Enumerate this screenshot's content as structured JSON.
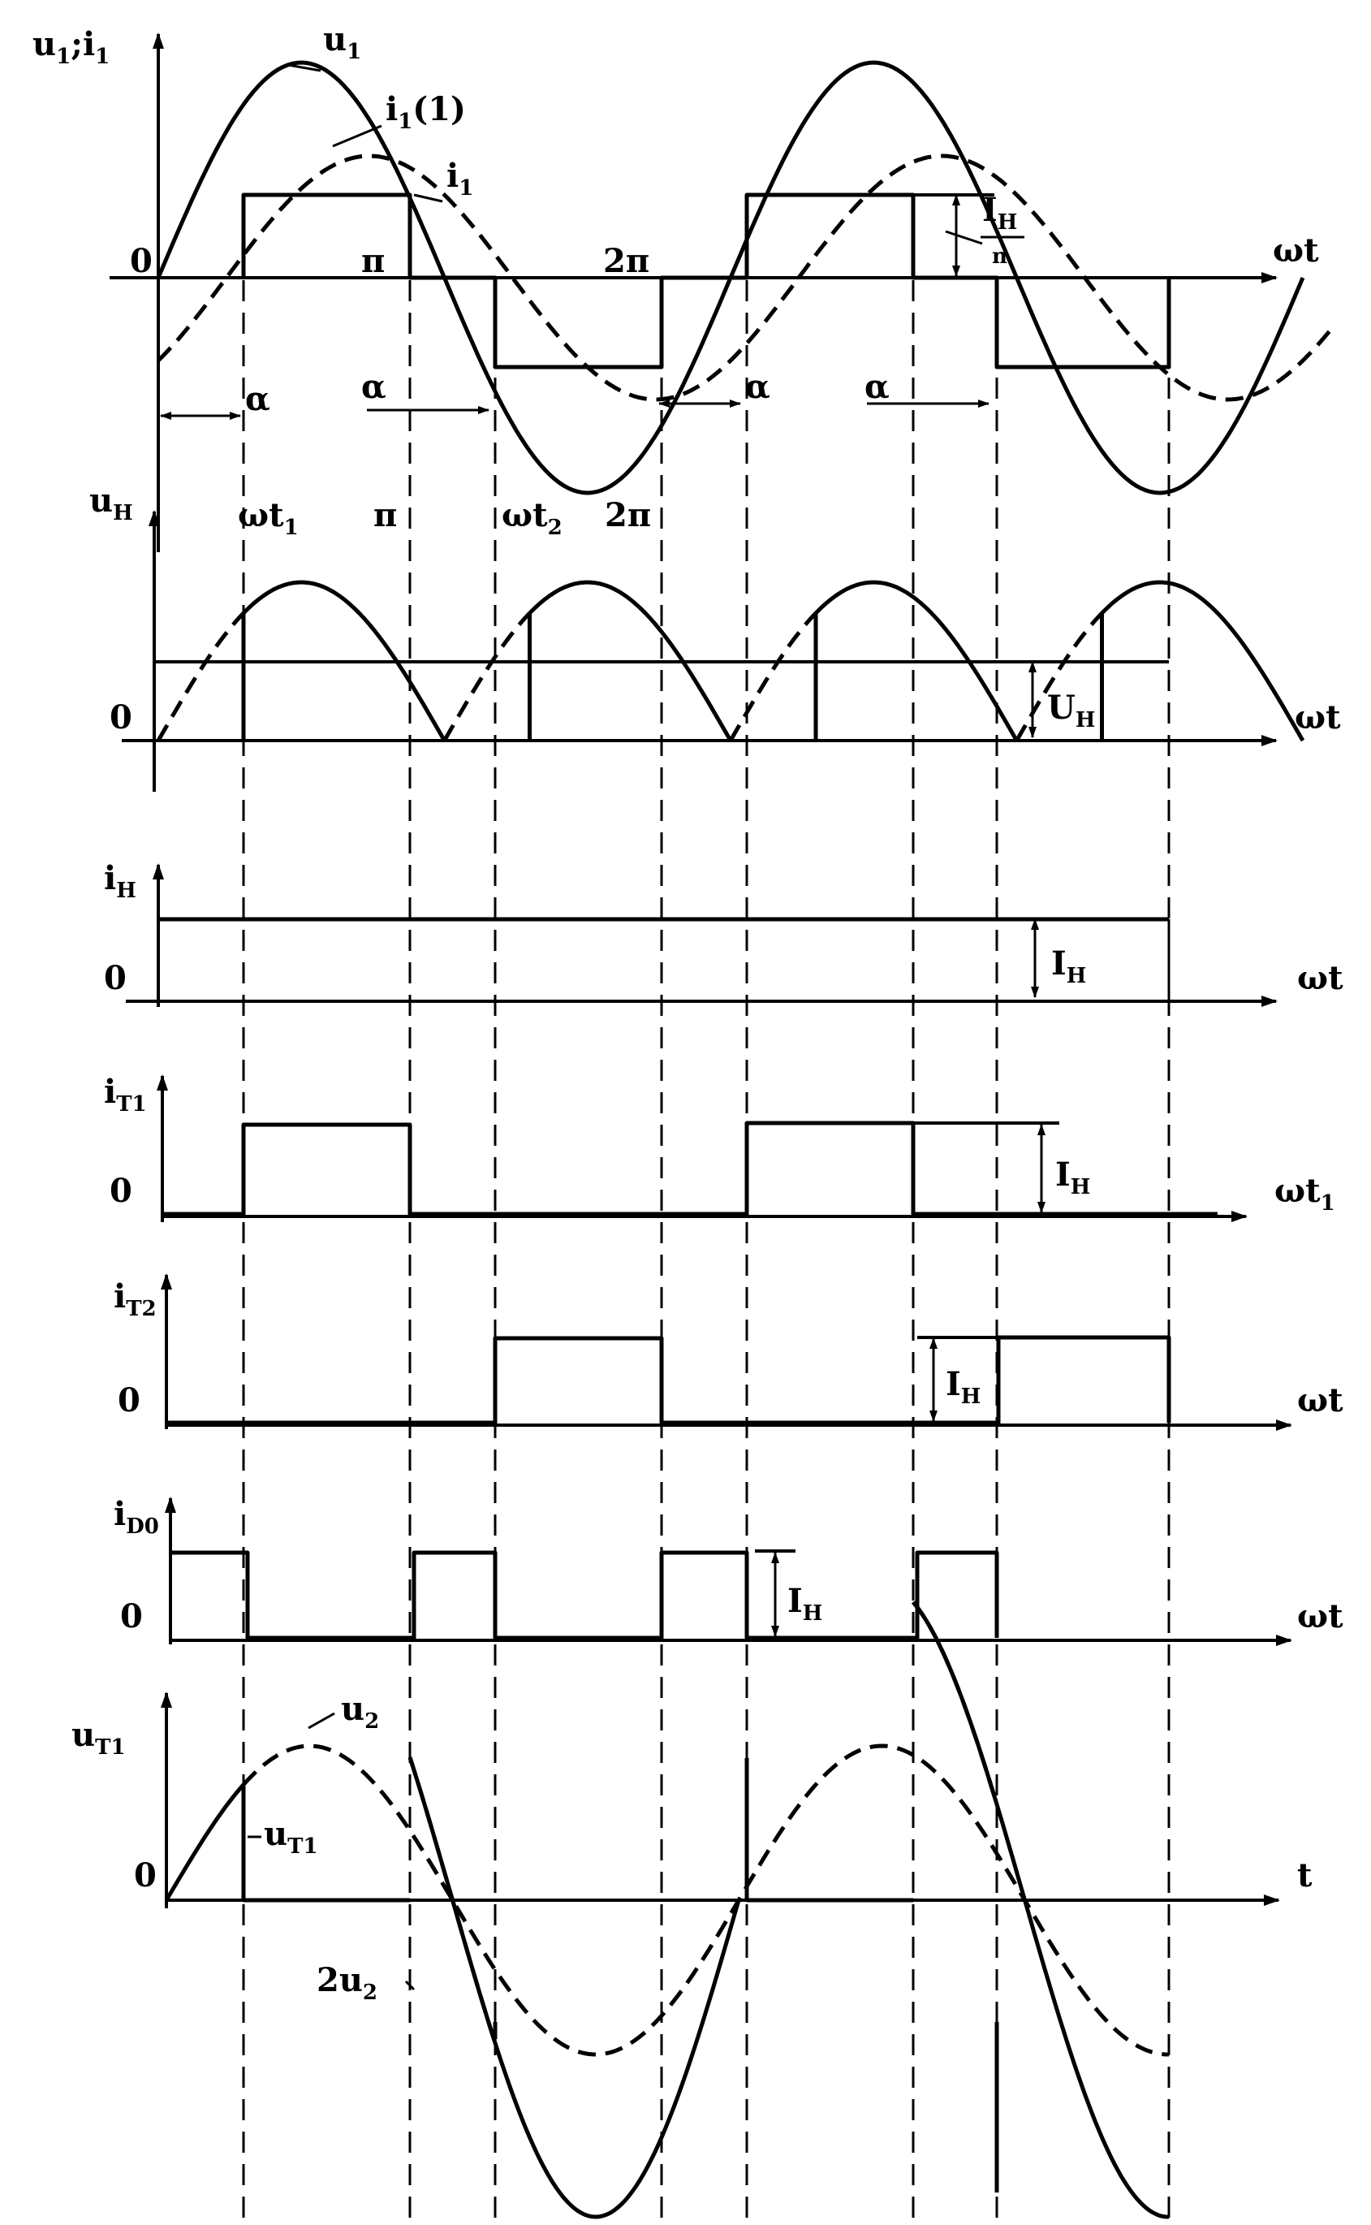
{
  "labels": {
    "p1_y": "u",
    "p1_y_sub": "1",
    "p1_y_sep": ";i",
    "p1_y_sub2": "1",
    "u1": "u",
    "u1_sub": "1",
    "i1_1": "i",
    "i1_1_sub": "1",
    "i1_1_tail": "(1)",
    "i1": "i",
    "i1_sub": "1",
    "ih_over_n_top": "I",
    "ih_over_n_top_sub": "H",
    "ih_over_n_bottom": "n",
    "zero": "0",
    "pi": "π",
    "two_pi": "2π",
    "alpha": "α",
    "wt": "ωt",
    "wt1_a": "ωt",
    "wt1_a_sub": "1",
    "wt2_a": "ωt",
    "wt2_a_sub": "2",
    "p2_y": "u",
    "p2_y_sub": "H",
    "UH": "U",
    "UH_sub": "H",
    "p3_y": "i",
    "p3_y_sub": "H",
    "IH": "I",
    "IH_sub": "H",
    "p4_y": "i",
    "p4_y_sub": "T1",
    "p4_x": "ωt",
    "p4_x_sub": "1",
    "p5_y": "i",
    "p5_y_sub": "T2",
    "p6_y": "i",
    "p6_y_sub": "D0",
    "p7_y": "u",
    "p7_y_sub": "T1",
    "u2": "u",
    "u2_sub": "2",
    "uT1": "u",
    "uT1_sub": "T1",
    "two_u2": "2u",
    "two_u2_sub": "2",
    "t": "t"
  },
  "colors": {
    "ink": "#000000",
    "paper": "#ffffff"
  }
}
